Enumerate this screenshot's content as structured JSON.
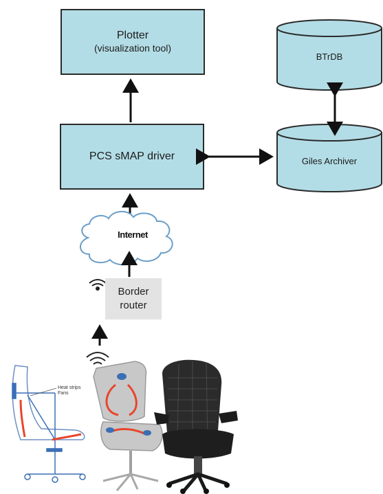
{
  "plotter": {
    "title": "Plotter",
    "subtitle": "(visualization tool)"
  },
  "driver": {
    "label": "PCS sMAP driver"
  },
  "btrdb": {
    "label": "BTrDB"
  },
  "archiver": {
    "label": "Giles Archiver"
  },
  "cloud": {
    "label": "Internet"
  },
  "router": {
    "line1": "Border",
    "line2": "router"
  },
  "chair_annotation": {
    "line1": "Heat strips",
    "line2": "Fans"
  },
  "colors": {
    "box_fill": "#b3dde6",
    "cylinder_fill": "#b3dde6",
    "router_fill": "#e3e3e3",
    "cloud_stroke": "#6a9ec8",
    "heat_strip": "#e8452c",
    "sensor": "#3b6fb5"
  },
  "icons": [
    "wifi-icon",
    "arrow-icon",
    "office-chair-photo",
    "chair-schematic"
  ]
}
